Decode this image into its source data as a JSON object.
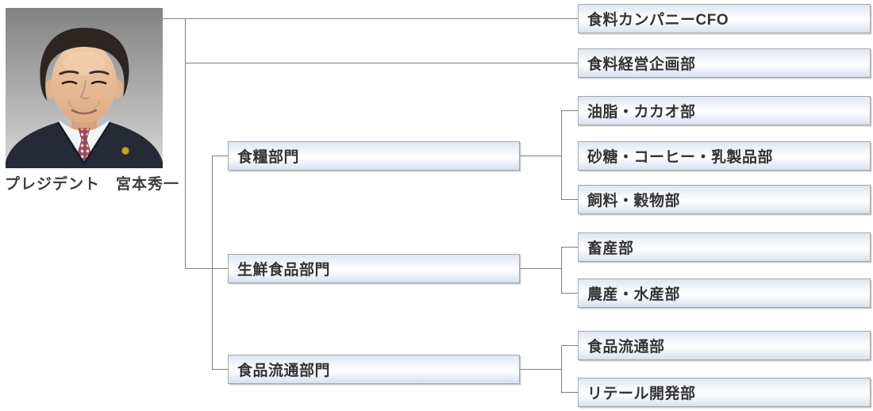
{
  "org": {
    "president": {
      "caption": "プレジデント　宮本秀一",
      "title": "プレジデント",
      "name": "宮本秀一"
    },
    "staff_units": [
      "食料カンパニーCFO",
      "食料経営企画部"
    ],
    "divisions": [
      {
        "label": "食糧部門",
        "departments": [
          "油脂・カカオ部",
          "砂糖・コーヒー・乳製品部",
          "飼料・穀物部"
        ]
      },
      {
        "label": "生鮮食品部門",
        "departments": [
          "畜産部",
          "農産・水産部"
        ]
      },
      {
        "label": "食品流通部門",
        "departments": [
          "食品流通部",
          "リテール開発部"
        ]
      }
    ],
    "colors": {
      "line": "#7f7f7f",
      "box_border": "#a6a6a6",
      "box_gradient_top": "#dde6f2",
      "box_gradient_bottom": "#d7e1ef",
      "text": "#333333"
    }
  }
}
